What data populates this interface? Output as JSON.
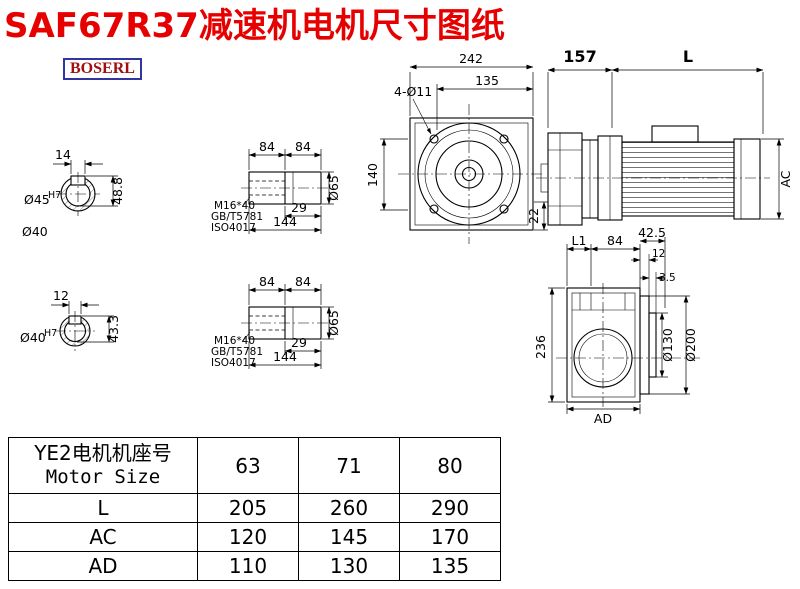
{
  "page": {
    "title": "SAF67R37减速机电机尺寸图纸",
    "logo": "BOSERL",
    "title_color": "#e60000"
  },
  "drawings": {
    "front_view": {
      "dim_242": "242",
      "dim_135": "135",
      "label_bolt_holes": "4-Ø11",
      "dim_140": "140",
      "dim_22": "22"
    },
    "motor_view": {
      "dim_157": "157",
      "dim_L": "L",
      "dim_AC": "AC"
    },
    "rear_view": {
      "dim_L1": "L1",
      "dim_84": "84",
      "dim_42_5": "42.5",
      "dim_12": "12",
      "dim_3_5": "3.5",
      "dim_236": "236",
      "dim_130": "Ø130",
      "dim_200": "Ø200",
      "dim_AD": "AD"
    },
    "bore_view_top": {
      "dim_14": "14",
      "label_bore": "Ø45",
      "label_tol": "H7",
      "label_d40": "Ø40",
      "dim_48_8": "48.8"
    },
    "bore_view_bottom": {
      "dim_12": "12",
      "label_bore": "Ø40",
      "label_tol": "H7",
      "dim_43_3": "43.3"
    },
    "shaft_view_top": {
      "dim_84a": "84",
      "dim_84b": "84",
      "dim_29": "29",
      "dim_144": "144",
      "dim_65": "Ø65",
      "label_thread": "M16*40",
      "label_std1": "GB/T5781",
      "label_std2": "ISO4017"
    },
    "shaft_view_bottom": {
      "dim_84a": "84",
      "dim_84b": "84",
      "dim_29": "29",
      "dim_144": "144",
      "dim_65": "Ø65",
      "label_thread": "M16*40",
      "label_std1": "GB/T5781",
      "label_std2": "ISO4017"
    }
  },
  "table": {
    "header_row": {
      "label_cn": "YE2电机机座号",
      "label_en": "Motor Size",
      "values": [
        "63",
        "71",
        "80"
      ]
    },
    "rows": [
      {
        "label": "L",
        "values": [
          "205",
          "260",
          "290"
        ]
      },
      {
        "label": "AC",
        "values": [
          "120",
          "145",
          "170"
        ]
      },
      {
        "label": "AD",
        "values": [
          "110",
          "130",
          "135"
        ]
      }
    ]
  }
}
